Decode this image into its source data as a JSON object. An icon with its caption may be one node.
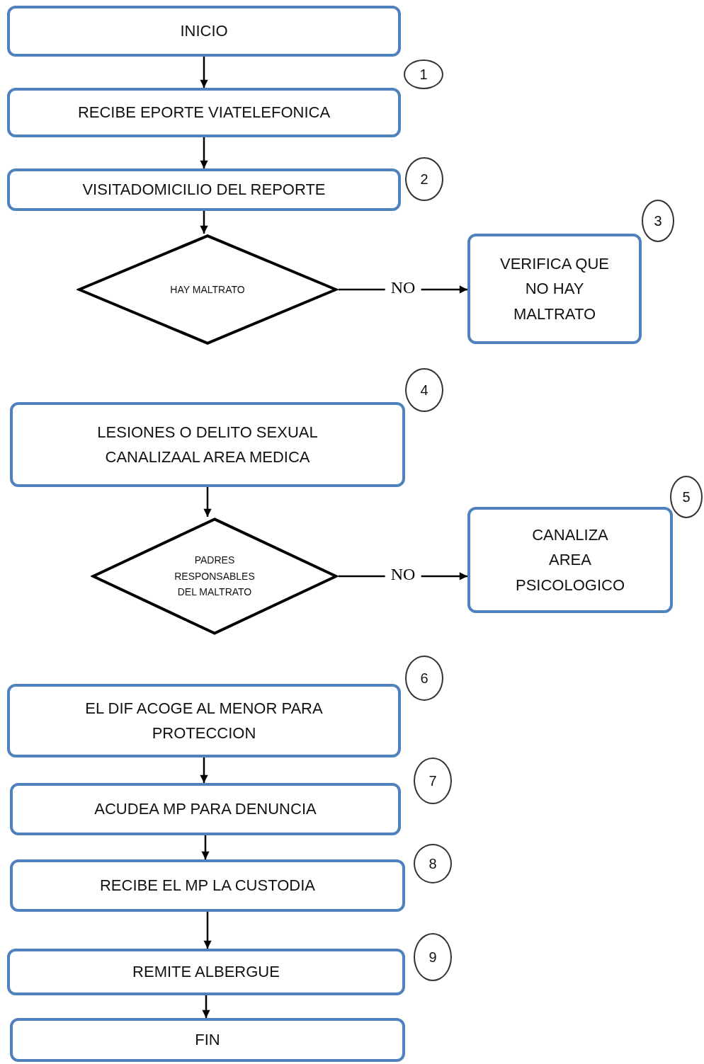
{
  "diagram": {
    "nodes": [
      {
        "text": [
          "INICIO"
        ]
      },
      {
        "text": [
          "1"
        ]
      },
      {
        "text": [
          "RECIBE EPORTE VIATELEFONICA"
        ]
      },
      {
        "text": [
          "2"
        ]
      },
      {
        "text": [
          "VISITADOMICILIO DEL REPORTE"
        ]
      },
      {
        "text": [
          "HAY MALTRATO"
        ]
      },
      {
        "text": [
          "3"
        ]
      },
      {
        "text": [
          "VERIFICA QUE NO HAY MALTRATO"
        ]
      },
      {
        "text": [
          "4"
        ]
      },
      {
        "text": [
          "LESIONES O DELITO SEXUAL CANALIZAAL AREA MEDICA"
        ]
      },
      {
        "text": [
          "PADRES RESPONSABLES DEL MALTRATO"
        ]
      },
      {
        "text": [
          "5"
        ]
      },
      {
        "text": [
          "CANALIZA AREA PSICOLOGICO"
        ]
      },
      {
        "text": [
          "6"
        ]
      },
      {
        "text": [
          "EL DIF ACOGE AL MENOR PARA PROTECCION"
        ]
      },
      {
        "text": [
          "7"
        ]
      },
      {
        "text": [
          "ACUDEA MP PARA DENUNCIA"
        ]
      },
      {
        "text": [
          "8"
        ]
      },
      {
        "text": [
          "RECIBE EL MP LA CUSTODIA"
        ]
      },
      {
        "text": [
          "9"
        ]
      },
      {
        "text": [
          "REMITE ALBERGUE"
        ]
      },
      {
        "text": [
          "FIN"
        ]
      }
    ],
    "edges": [
      {
        "from": 0,
        "to": 2,
        "arrow": "to"
      },
      {
        "from": 2,
        "to": 4,
        "arrow": "to"
      },
      {
        "from": 4,
        "to": 5,
        "arrow": "to"
      },
      {
        "from": 5,
        "to": 7,
        "arrow": "to",
        "label": "NO"
      },
      {
        "from": 9,
        "to": 10,
        "arrow": "to"
      },
      {
        "from": 10,
        "to": 12,
        "arrow": "to",
        "label": "NO"
      },
      {
        "from": 14,
        "to": 16,
        "arrow": "to"
      },
      {
        "from": 16,
        "to": 18,
        "arrow": "to"
      },
      {
        "from": 18,
        "to": 20,
        "arrow": "to"
      },
      {
        "from": 20,
        "to": 21,
        "arrow": "to"
      }
    ]
  }
}
